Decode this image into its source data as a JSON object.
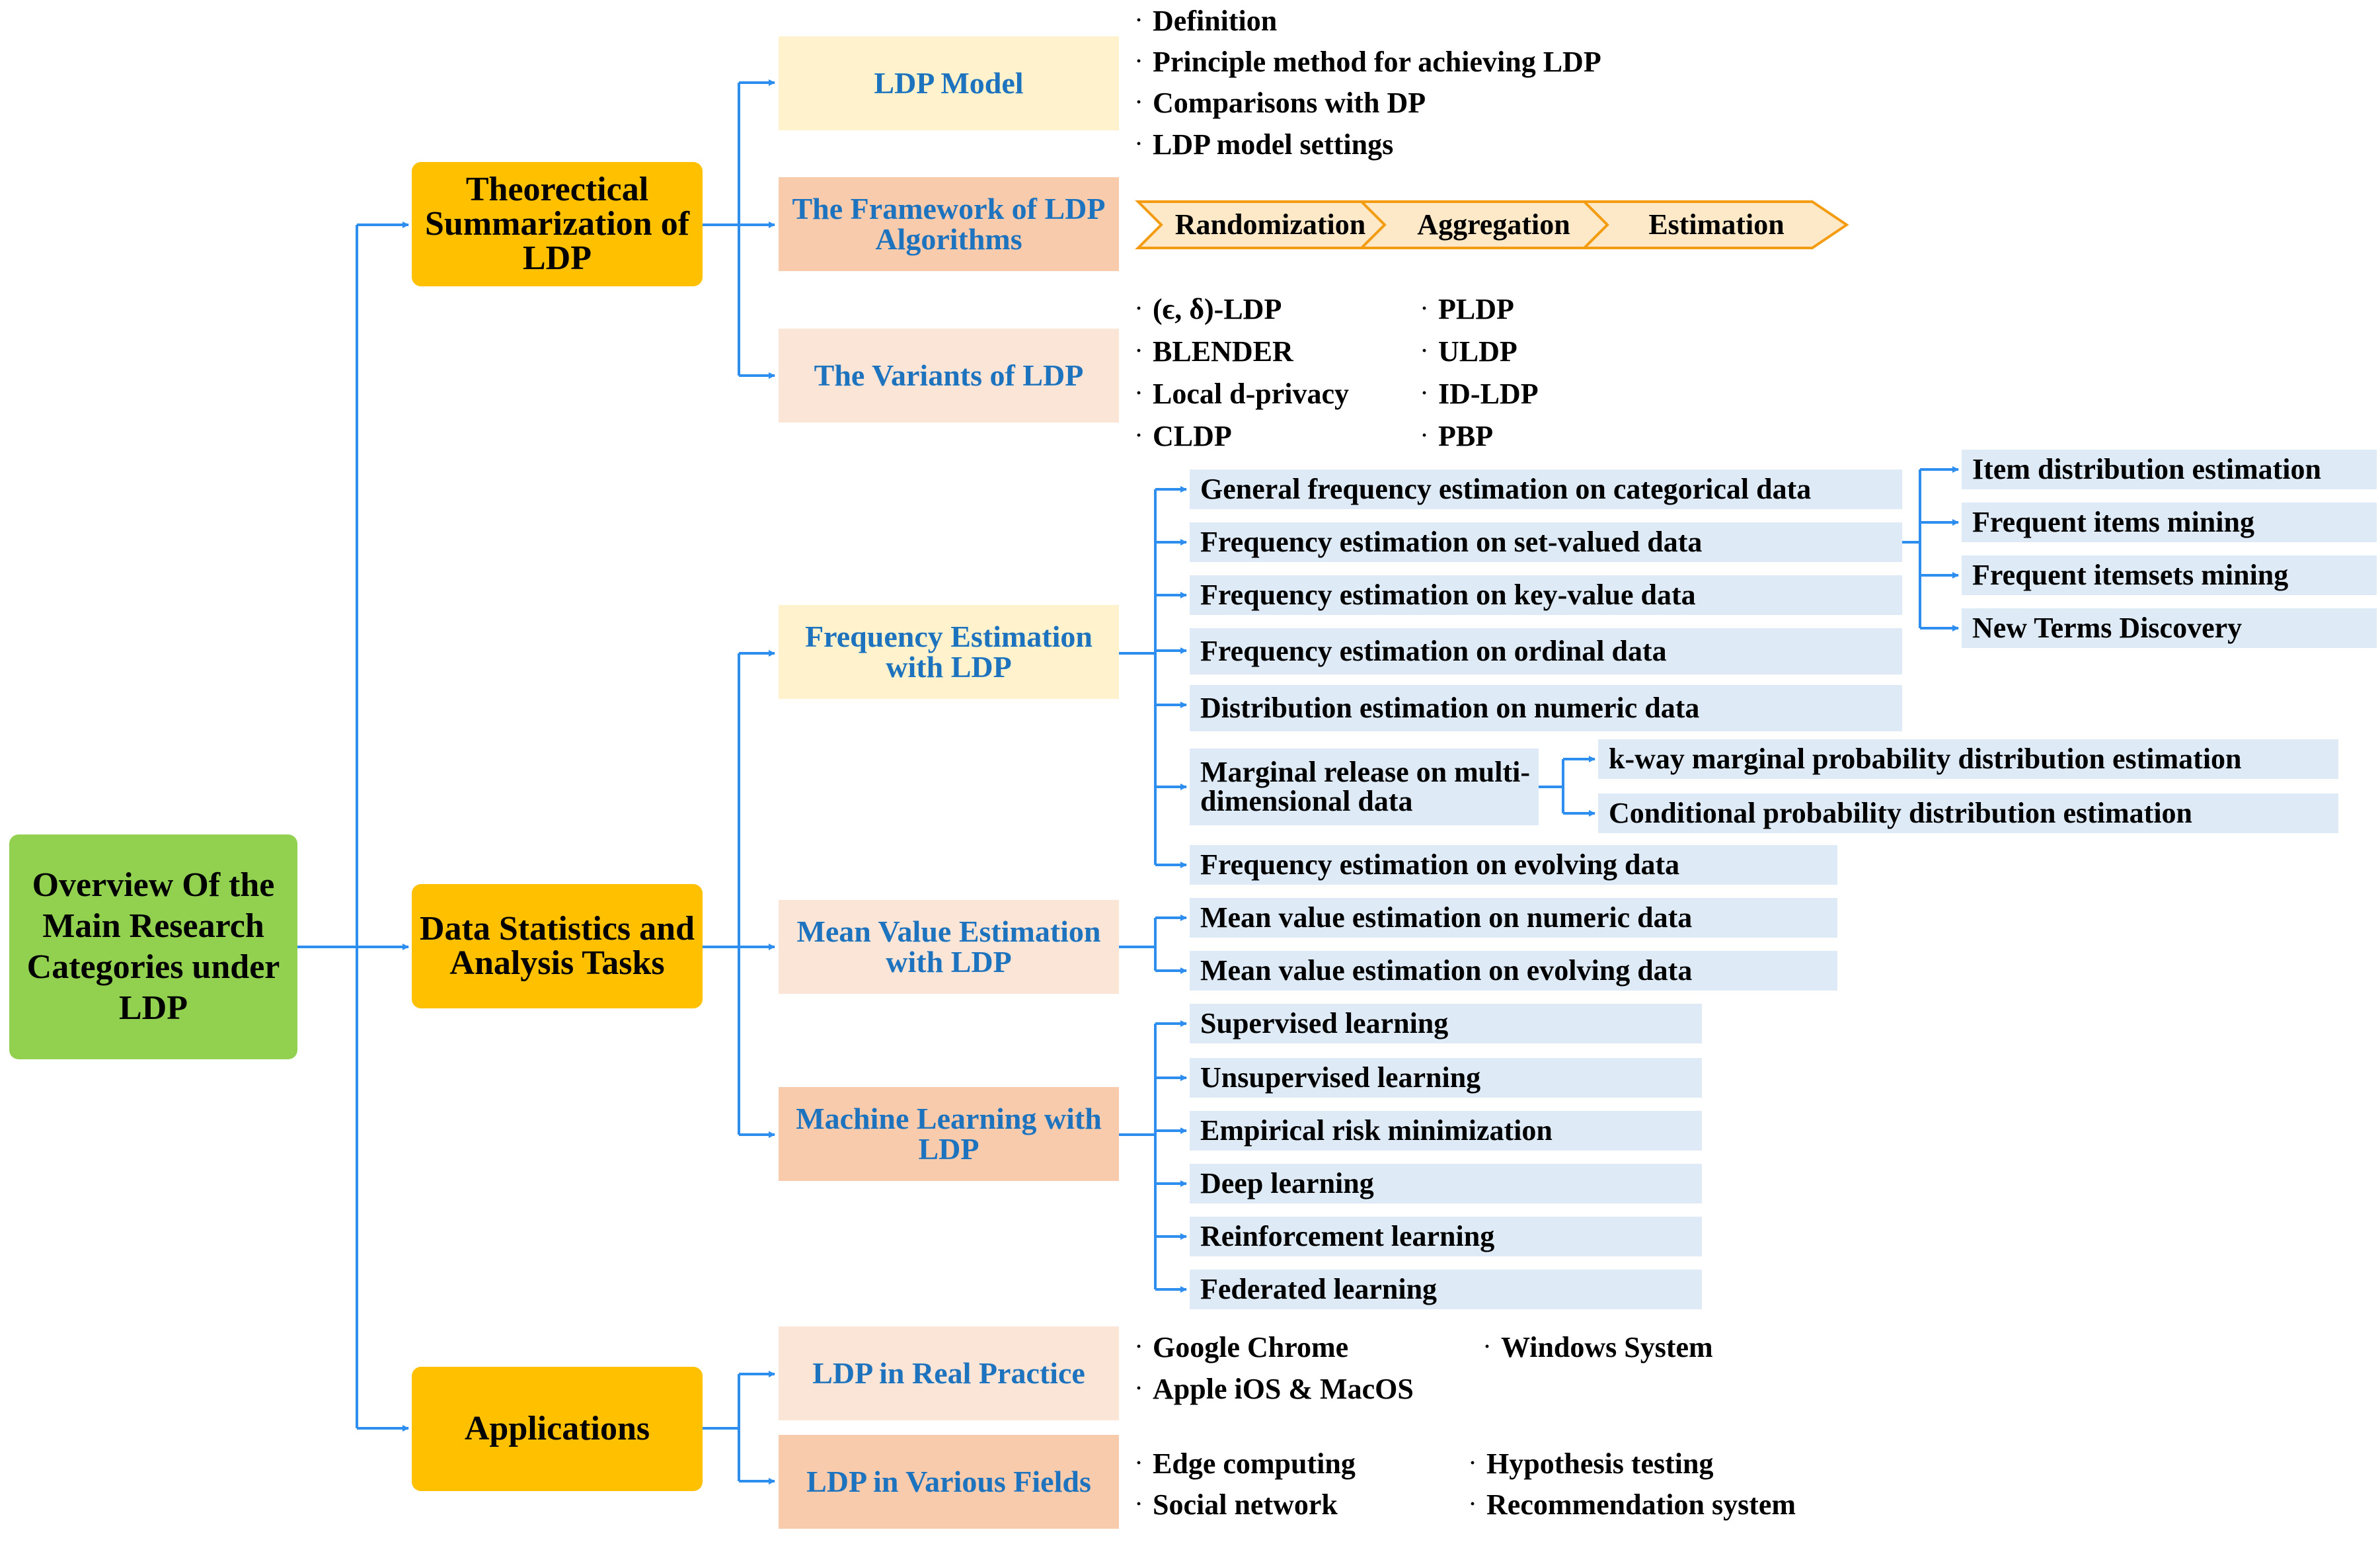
{
  "root": {
    "label": "Overview Of the Main Research Categories under LDP"
  },
  "categories": [
    {
      "label": "Theorectical Summarization of LDP"
    },
    {
      "label": "Data Statistics and Analysis Tasks"
    },
    {
      "label": "Applications"
    }
  ],
  "theory": {
    "ldp_model": {
      "label": "LDP Model",
      "items": [
        "Definition",
        "Principle method for achieving LDP",
        "Comparisons with DP",
        "LDP model settings"
      ]
    },
    "framework": {
      "label": "The Framework of LDP Algorithms",
      "stages": [
        "Randomization",
        "Aggregation",
        "Estimation"
      ]
    },
    "variants": {
      "label": "The Variants of LDP",
      "items_left": [
        "(ϵ, δ)-LDP",
        "BLENDER",
        "Local d-privacy",
        "CLDP"
      ],
      "items_right": [
        "PLDP",
        "ULDP",
        "ID-LDP",
        "PBP"
      ]
    }
  },
  "tasks": {
    "frequency": {
      "label": "Frequency Estimation with LDP",
      "items": [
        "General frequency estimation on categorical data",
        "Frequency estimation on set-valued data",
        "Frequency estimation on key-value data",
        "Frequency estimation on ordinal data",
        "Distribution estimation on numeric data",
        "Marginal release on multi-dimensional data",
        "Frequency estimation on evolving data"
      ],
      "set_valued_sub": [
        "Item distribution estimation",
        "Frequent items mining",
        "Frequent itemsets mining",
        "New Terms Discovery"
      ],
      "marginal_sub": [
        "k-way marginal probability distribution estimation",
        "Conditional probability distribution estimation"
      ]
    },
    "mean": {
      "label": "Mean Value Estimation with LDP",
      "items": [
        "Mean value estimation on numeric data",
        "Mean value estimation on evolving data"
      ]
    },
    "ml": {
      "label": "Machine Learning with LDP",
      "items": [
        "Supervised learning",
        "Unsupervised learning",
        "Empirical risk minimization",
        "Deep learning",
        "Reinforcement learning",
        "Federated learning"
      ]
    }
  },
  "applications": {
    "practice": {
      "label": "LDP in Real Practice",
      "items_left": [
        "Google Chrome",
        "Apple iOS & MacOS"
      ],
      "items_right": [
        "Windows System"
      ]
    },
    "fields": {
      "label": "LDP in Various Fields",
      "items_left": [
        "Edge computing",
        "Social network"
      ],
      "items_right": [
        "Hypothesis testing",
        "Recommendation system"
      ]
    }
  },
  "colors": {
    "root": "#92d050",
    "category": "#ffc000",
    "sub_light": "#fff2cc",
    "sub_peach": "#fbe5d6",
    "sub_salmon": "#f8cbad",
    "leaf": "#deebf7",
    "arrow": "#2e8ef0",
    "stage_border": "#f39c12",
    "sub_text": "#1e73be"
  }
}
